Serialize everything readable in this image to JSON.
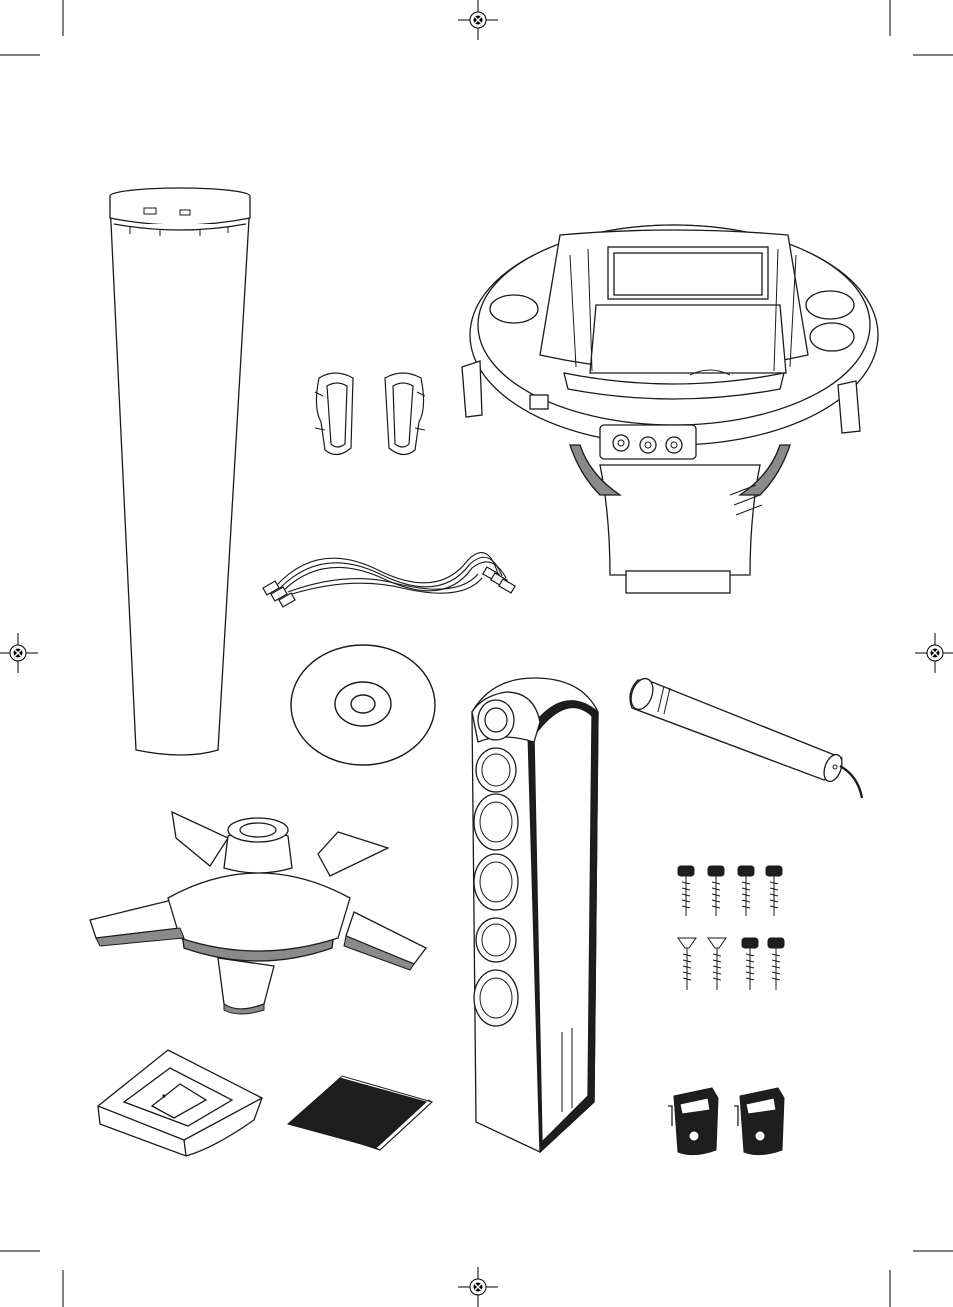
{
  "page": {
    "background": "#ffffff",
    "ink": "#1a1a1a",
    "shade": "#8a8a8a",
    "dark": "#1e1e1e"
  },
  "registration_marks": [
    "top",
    "left",
    "right",
    "bottom"
  ],
  "parts": [
    {
      "name": "pole-tube",
      "icon": "tapered-tube-icon"
    },
    {
      "name": "cable-clips",
      "icon": "cable-clip-icon",
      "count": 2
    },
    {
      "name": "rca-av-cable",
      "icon": "rca-cable-icon"
    },
    {
      "name": "karaoke-console-main-unit",
      "icon": "console-icon"
    },
    {
      "name": "cd-disc",
      "icon": "disc-icon"
    },
    {
      "name": "tower-speaker",
      "icon": "speaker-tower-icon"
    },
    {
      "name": "microphone",
      "icon": "microphone-icon"
    },
    {
      "name": "star-base",
      "icon": "star-base-icon"
    },
    {
      "name": "screws",
      "icon": "screw-icon",
      "count": 8
    },
    {
      "name": "microphone-holder",
      "icon": "holder-icon"
    },
    {
      "name": "instruction-booklet",
      "icon": "booklet-icon"
    },
    {
      "name": "speaker-brackets",
      "icon": "bracket-icon",
      "count": 2
    }
  ]
}
